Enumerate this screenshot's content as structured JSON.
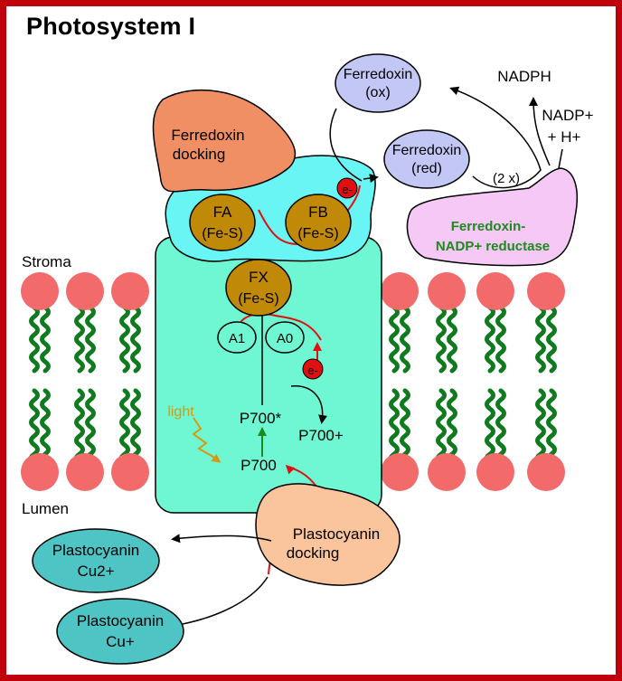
{
  "title": "Photosystem I",
  "regions": {
    "stroma": "Stroma",
    "lumen": "Lumen"
  },
  "ferredoxin_docking": {
    "line1": "Ferredoxin",
    "line2": "docking"
  },
  "ferredoxin_ox": {
    "line1": "Ferredoxin",
    "line2": "(ox)"
  },
  "ferredoxin_red": {
    "line1": "Ferredoxin",
    "line2": "(red)"
  },
  "nadph": "NADPH",
  "nadp": {
    "line1": "NADP+",
    "line2": "+ H+"
  },
  "two_x": "(2 x)",
  "fnr": {
    "line1": "Ferredoxin-",
    "line2": "NADP+ reductase"
  },
  "fa": {
    "label": "FA",
    "sub": "(Fe-S)"
  },
  "fb": {
    "label": "FB",
    "sub": "(Fe-S)"
  },
  "fx": {
    "label": "FX",
    "sub": "(Fe-S)"
  },
  "a1": "A1",
  "a0": "A0",
  "electron": "e-",
  "p700_star": "P700*",
  "p700_plus": "P700+",
  "p700": "P700",
  "light": "light",
  "plastocyanin_docking": {
    "line1": "Plastocyanin",
    "line2": "docking"
  },
  "plastocyanin_cu2": {
    "line1": "Plastocyanin",
    "line2": "Cu2+"
  },
  "plastocyanin_cu1": {
    "line1": "Plastocyanin",
    "line2": "Cu+"
  },
  "colors": {
    "frame": "#c0000a",
    "protein": "#6ff7d3",
    "stromal_domain": "#6af5f5",
    "fes_cluster": "#c08a08",
    "ferredoxin": "#c3c7f5",
    "fnr": "#f5c8f5",
    "fnr_text": "#1c8a1c",
    "ferredoxin_docking": "#f08f64",
    "plastocyanin_docking": "#fac49c",
    "plastocyanin": "#4fc4c4",
    "lipid_head": "#f26a6a",
    "lipid_tail": "#0f7a1e",
    "electron": "#e01010",
    "light": "#d49a10"
  }
}
